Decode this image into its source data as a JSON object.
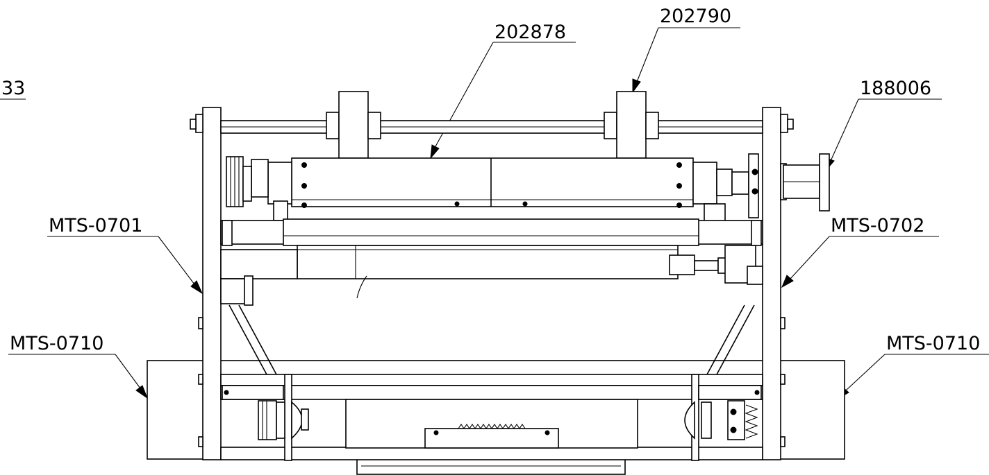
{
  "callouts": {
    "c202878": "202878",
    "c202790": "202790",
    "c188006": "188006",
    "c33": "33",
    "mts0701": "MTS-0701",
    "mts0702": "MTS-0702",
    "mts0710_left": "MTS-0710",
    "mts0710_right": "MTS-0710"
  }
}
